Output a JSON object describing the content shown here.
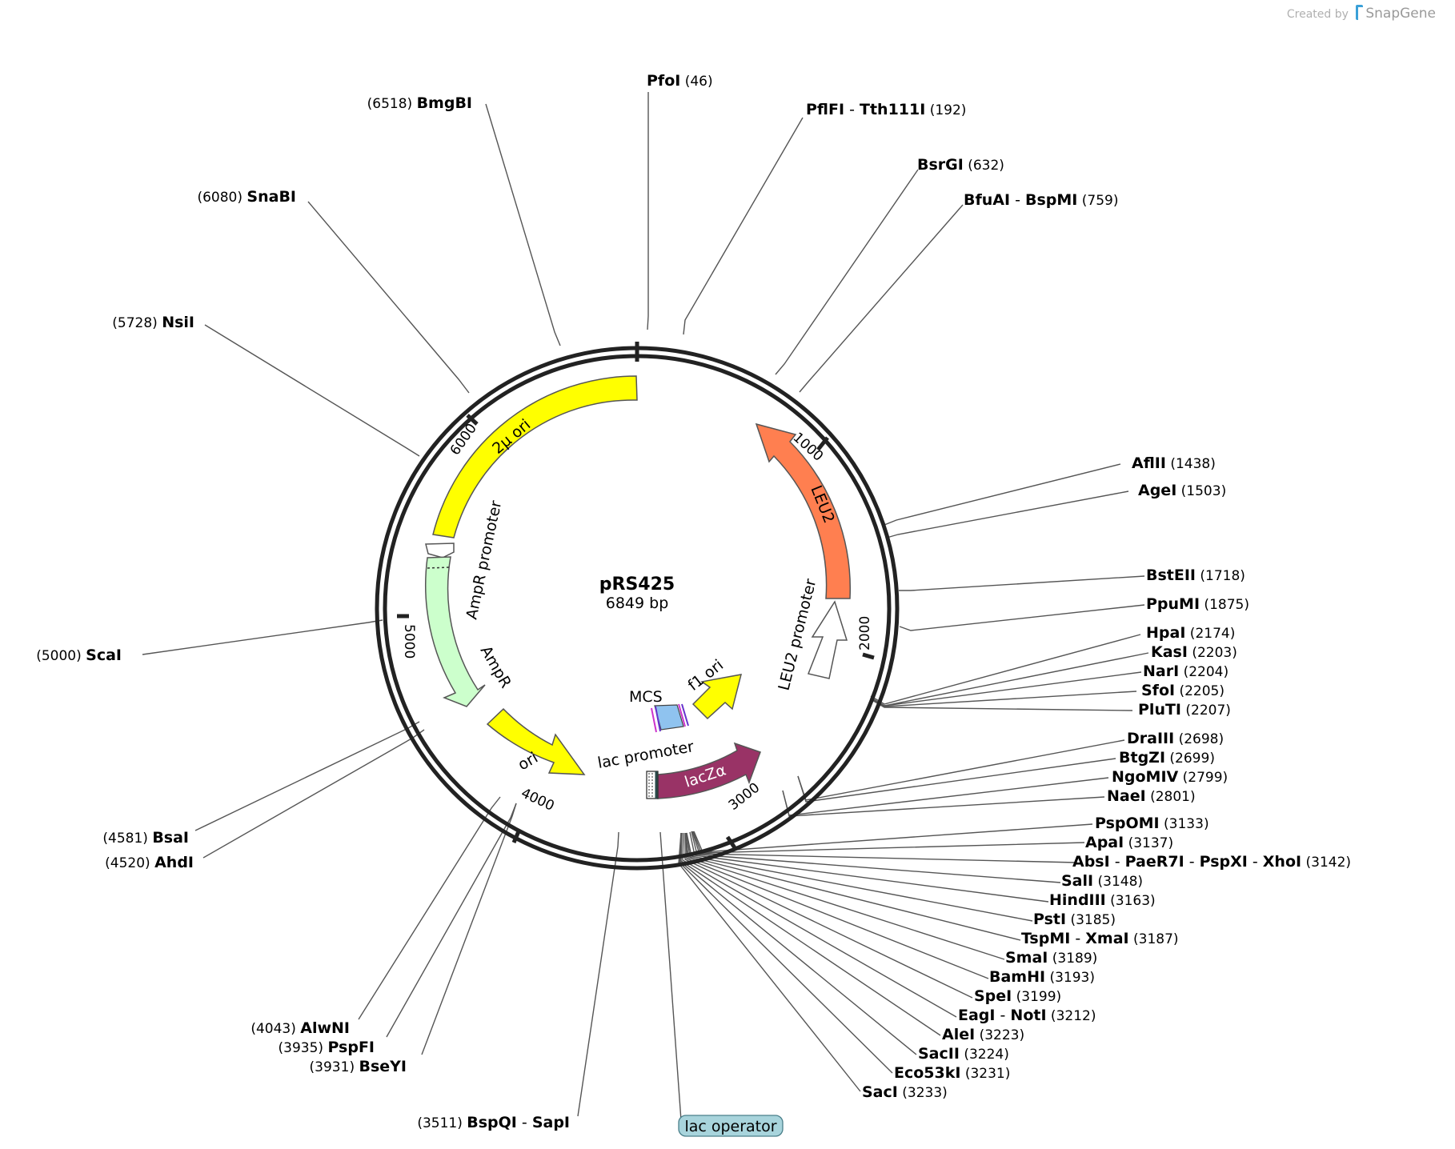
{
  "credit": {
    "prefix": "Created by",
    "brand": "SnapGene",
    "icon": "snapgene-logo-icon"
  },
  "plasmid": {
    "name": "pRS425",
    "size": "6849 bp"
  },
  "ticks": [
    "1000",
    "2000",
    "3000",
    "4000",
    "5000",
    "6000"
  ],
  "features": {
    "two_micron_ori": "2µ ori",
    "ampr_promoter": "AmpR promoter",
    "ampr": "AmpR",
    "ori": "ori",
    "lac_promoter": "lac promoter",
    "lacz": "lacZα",
    "mcs": "MCS",
    "f1_ori": "f1 ori",
    "leu2_promoter": "LEU2 promoter",
    "leu2": "LEU2",
    "lac_operator": "lac operator"
  },
  "sites": [
    {
      "names": [
        "PfoI"
      ],
      "pos": "(46)"
    },
    {
      "names": [
        "PflFI",
        "Tth111I"
      ],
      "pos": "(192)"
    },
    {
      "names": [
        "BsrGI"
      ],
      "pos": "(632)"
    },
    {
      "names": [
        "BfuAI",
        "BspMI"
      ],
      "pos": "(759)"
    },
    {
      "names": [
        "AflII"
      ],
      "pos": "(1438)"
    },
    {
      "names": [
        "AgeI"
      ],
      "pos": "(1503)"
    },
    {
      "names": [
        "BstEII"
      ],
      "pos": "(1718)"
    },
    {
      "names": [
        "PpuMI"
      ],
      "pos": "(1875)"
    },
    {
      "names": [
        "HpaI"
      ],
      "pos": "(2174)"
    },
    {
      "names": [
        "KasI"
      ],
      "pos": "(2203)"
    },
    {
      "names": [
        "NarI"
      ],
      "pos": "(2204)"
    },
    {
      "names": [
        "SfoI"
      ],
      "pos": "(2205)"
    },
    {
      "names": [
        "PluTI"
      ],
      "pos": "(2207)"
    },
    {
      "names": [
        "DraIII"
      ],
      "pos": "(2698)"
    },
    {
      "names": [
        "BtgZI"
      ],
      "pos": "(2699)"
    },
    {
      "names": [
        "NgoMIV"
      ],
      "pos": "(2799)"
    },
    {
      "names": [
        "NaeI"
      ],
      "pos": "(2801)"
    },
    {
      "names": [
        "PspOMI"
      ],
      "pos": "(3133)"
    },
    {
      "names": [
        "ApaI"
      ],
      "pos": "(3137)"
    },
    {
      "names": [
        "AbsI",
        "PaeR7I",
        "PspXI",
        "XhoI"
      ],
      "pos": "(3142)"
    },
    {
      "names": [
        "SalI"
      ],
      "pos": "(3148)"
    },
    {
      "names": [
        "HindIII"
      ],
      "pos": "(3163)"
    },
    {
      "names": [
        "PstI"
      ],
      "pos": "(3185)"
    },
    {
      "names": [
        "TspMI",
        "XmaI"
      ],
      "pos": "(3187)"
    },
    {
      "names": [
        "SmaI"
      ],
      "pos": "(3189)"
    },
    {
      "names": [
        "BamHI"
      ],
      "pos": "(3193)"
    },
    {
      "names": [
        "SpeI"
      ],
      "pos": "(3199)"
    },
    {
      "names": [
        "EagI",
        "NotI"
      ],
      "pos": "(3212)"
    },
    {
      "names": [
        "AleI"
      ],
      "pos": "(3223)"
    },
    {
      "names": [
        "SacII"
      ],
      "pos": "(3224)"
    },
    {
      "names": [
        "Eco53kI"
      ],
      "pos": "(3231)"
    },
    {
      "names": [
        "SacI"
      ],
      "pos": "(3233)"
    },
    {
      "names": [
        "BspQI",
        "SapI"
      ],
      "pos": "(3511)"
    },
    {
      "names": [
        "BseYI"
      ],
      "pos": "(3931)"
    },
    {
      "names": [
        "PspFI"
      ],
      "pos": "(3935)"
    },
    {
      "names": [
        "AlwNI"
      ],
      "pos": "(4043)"
    },
    {
      "names": [
        "AhdI"
      ],
      "pos": "(4520)"
    },
    {
      "names": [
        "BsaI"
      ],
      "pos": "(4581)"
    },
    {
      "names": [
        "ScaI"
      ],
      "pos": "(5000)"
    },
    {
      "names": [
        "NsiI"
      ],
      "pos": "(5728)"
    },
    {
      "names": [
        "SnaBI"
      ],
      "pos": "(6080)"
    },
    {
      "names": [
        "BmgBI"
      ],
      "pos": "(6518)"
    }
  ],
  "colors": {
    "backbone": "#222222",
    "two_micron_ori": "#ffff00",
    "ampr": "#ccffcc",
    "ori": "#ffff00",
    "lacz": "#993366",
    "f1_ori": "#ffff00",
    "leu2": "#ff7f50",
    "promoter": "#ffffff",
    "mcs_blue": "#8fc3ef",
    "mcs_purple": "#cc33cc",
    "lac_operator": "#a8d4dc"
  }
}
